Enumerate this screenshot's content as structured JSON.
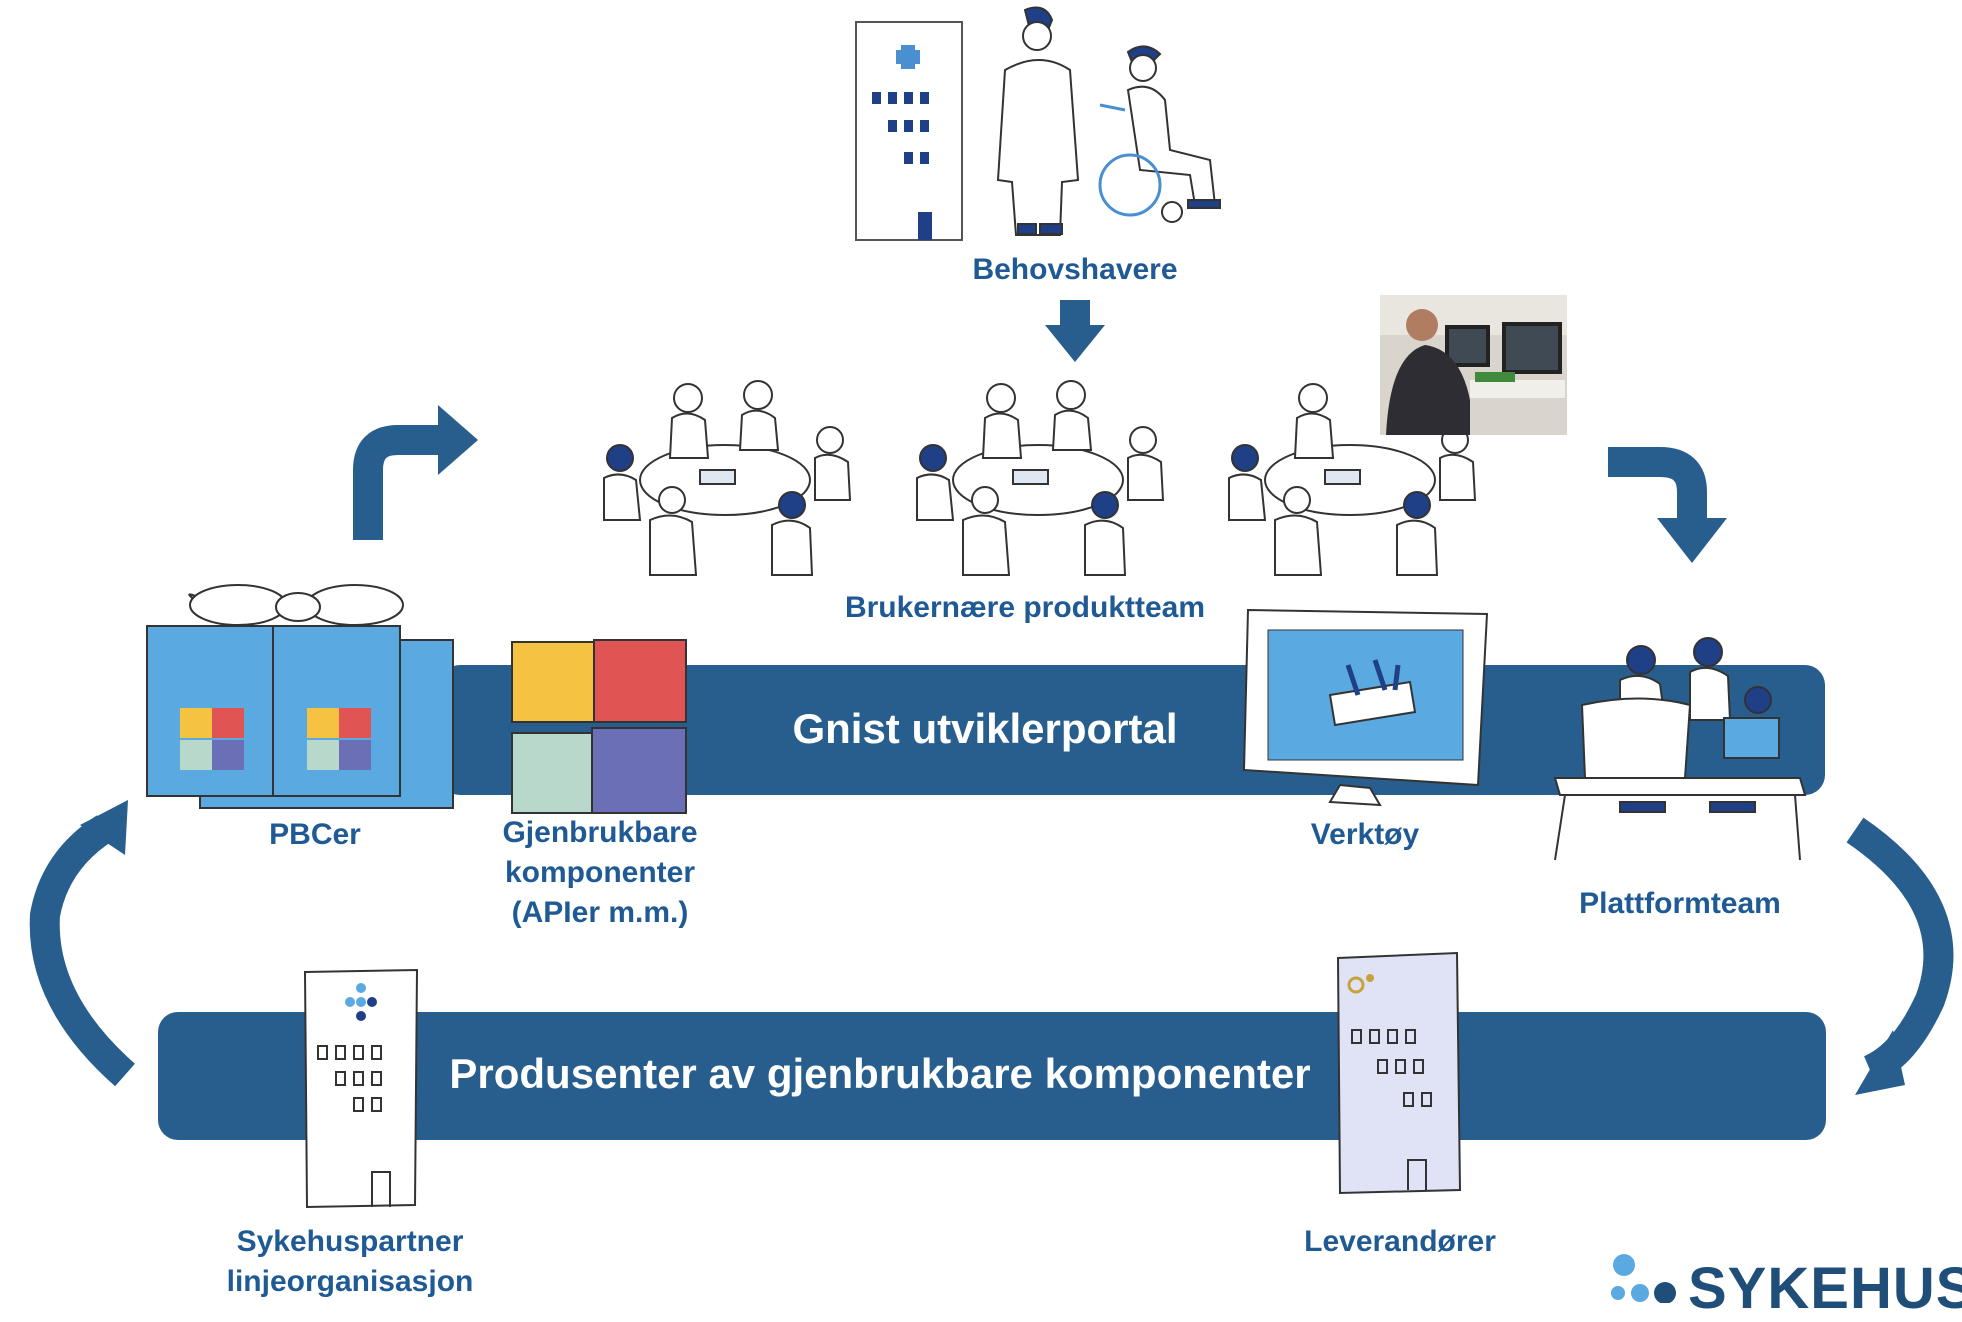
{
  "labels": {
    "behovshavere": "Behovshavere",
    "produktteam": "Brukernære produktteam",
    "pbcer": "PBCer",
    "gjenbruk_line1": "Gjenbrukbare",
    "gjenbruk_line2": "komponenter",
    "gjenbruk_line3": "(APIer m.m.)",
    "verktoy": "Verktøy",
    "plattformteam": "Plattformteam",
    "sykehuspartner_line1": "Sykehuspartner",
    "sykehuspartner_line2": "linjeorganisasjon",
    "leverandorer": "Leverandører"
  },
  "bands": {
    "portal": "Gnist utviklerportal",
    "produsenter": "Produsenter av gjenbrukbare komponenter"
  },
  "logo": {
    "text": "SYKEHUSPARTNER"
  },
  "icons": [
    "hospital-icon",
    "doctor-icon",
    "wheelchair-user-icon",
    "team-table-icon",
    "developer-photo",
    "gift-box-icon",
    "building-blocks-icon",
    "toolbox-monitor-icon",
    "platform-team-icon",
    "office-building-icon",
    "cycle-arrow-icon"
  ],
  "colors": {
    "primary": "#1f5a94",
    "band": "#275e8d",
    "light_blue": "#5aa9e0",
    "yellow": "#f5c242",
    "red": "#e05454",
    "mint": "#b8d8cc",
    "purple": "#6b6fb5"
  }
}
